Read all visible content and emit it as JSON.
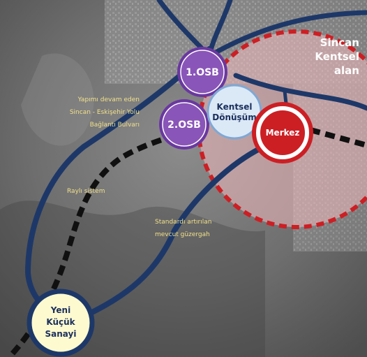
{
  "labels": {
    "sincan_area": [
      "Sincan",
      "Kentsel",
      "alan"
    ],
    "osb1": "1.OSB",
    "osb2": "2.OSB",
    "urban_transform": [
      "Kentsel",
      "Dönüşüm"
    ],
    "center": "Merkez",
    "small_industry": [
      "Yeni",
      "Küçük",
      "Sanayi"
    ],
    "boulevard_note": [
      "Yapımı devam eden",
      "Sincan - Eskişehir Yolu",
      "Bağlantı Bulvarı"
    ],
    "rail": "Raylı sistem",
    "upgraded_route": [
      "Standardı artırılan",
      "mevcut güzergah"
    ]
  },
  "colors": {
    "road": "#1d3868",
    "rail": "#101010",
    "osb_fill": "#8a55b8",
    "osb_ring": "#6a38a0",
    "transform_fill": "#dbe9f7",
    "merkez": "#cc1f24",
    "urban_area": "#f2b9bd",
    "dashed_ring": "#cc1f24",
    "sanayi_fill": "#fdfad0",
    "note_text": "#f1e08a"
  }
}
